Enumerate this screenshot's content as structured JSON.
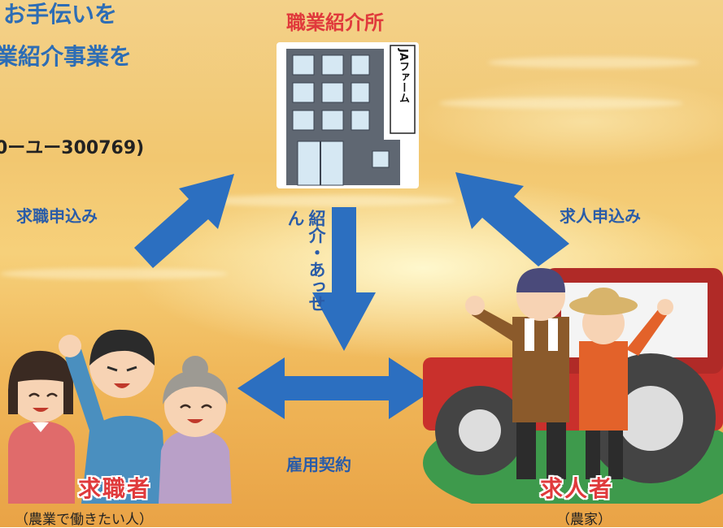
{
  "intro": {
    "line1": "お手伝いを",
    "line2": "業紹介事業を",
    "line3": "0ーユー300769)"
  },
  "office": {
    "title": "職業紹介所",
    "sign": "JAファーム"
  },
  "labels": {
    "job_application": "求職申込み",
    "staff_application": "求人申込み",
    "introduction": "紹介・あっせん",
    "contract": "雇用契約"
  },
  "seekers": {
    "title": "求職者",
    "subtitle": "（農業で働きたい人）"
  },
  "employers": {
    "title": "求人者",
    "subtitle": "（農家）"
  },
  "colors": {
    "arrow": "#2c6fc0",
    "title_red": "#e03a3c",
    "text_blue": "#2d6db5"
  }
}
